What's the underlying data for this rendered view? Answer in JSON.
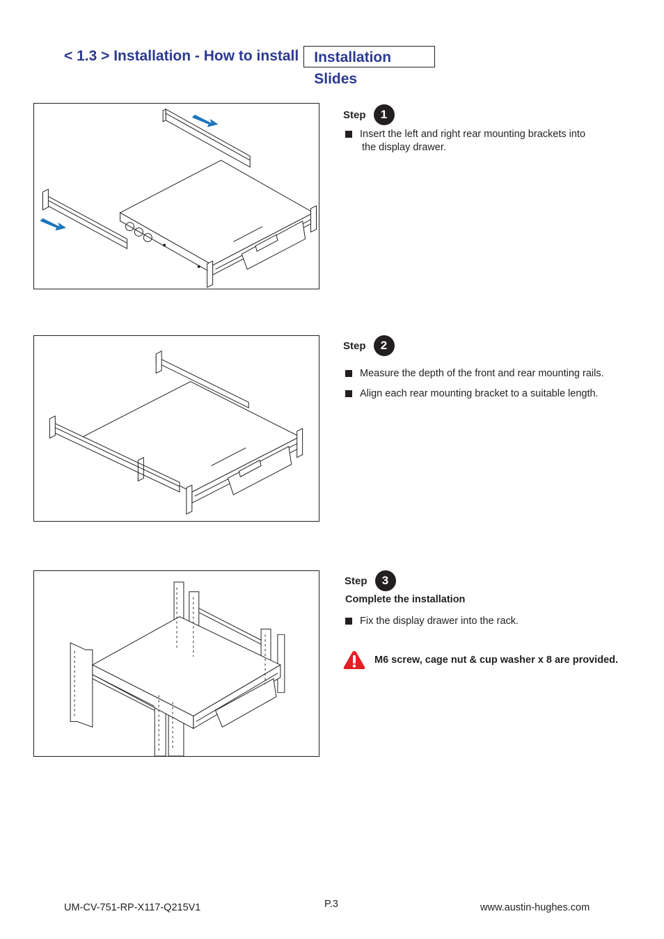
{
  "heading": {
    "prefix": "< 1.3 > Installation - How to install",
    "boxed": "Installation Slides"
  },
  "steps": [
    {
      "label": "Step",
      "number": "1",
      "bullets": [
        "Insert the left and right rear mounting brackets into",
        "the display drawer."
      ]
    },
    {
      "label": "Step",
      "number": "2",
      "bullets": [
        "Measure the depth of the front and rear mounting rails.",
        "Align each rear mounting bracket to a suitable length."
      ]
    },
    {
      "label": "Step",
      "number": "3",
      "subtitle": "Complete the installation",
      "bullets": [
        "Fix the display drawer into the rack."
      ],
      "warning": "M6 screw, cage nut & cup washer x 8 are provided."
    }
  ],
  "footer": {
    "doc_code": "UM-CV-751-RP-X117-Q215V1",
    "page": "P.3",
    "website": "www.austin-hughes.com"
  },
  "colors": {
    "heading": "#2b3990",
    "arrow": "#1b75bc",
    "warning": "#e31e24"
  }
}
